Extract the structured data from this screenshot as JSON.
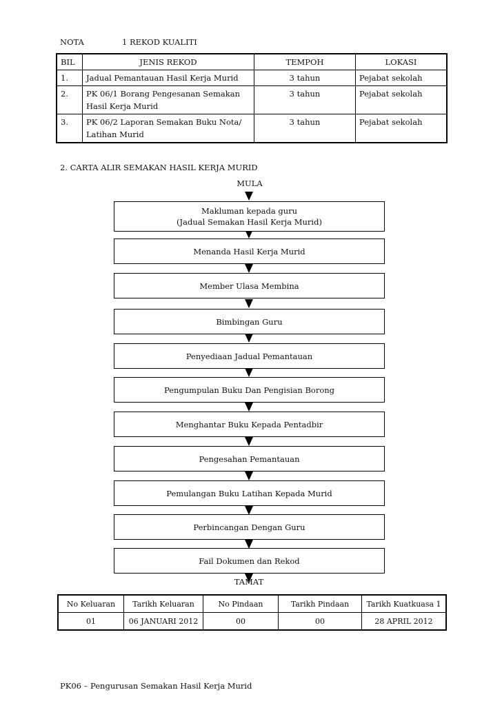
{
  "header": {
    "nota": "NOTA",
    "section1": "1 REKOD KUALITI"
  },
  "rekod_table": {
    "headers": [
      "BIL",
      "JENIS REKOD",
      "TEMPOH",
      "LOKASI"
    ],
    "rows": [
      {
        "bil": "1.",
        "jenis": "Jadual Pemantauan Hasil Kerja Murid",
        "jenis2": "",
        "tempoh": "3 tahun",
        "lokasi": "Pejabat sekolah"
      },
      {
        "bil": "2.",
        "jenis": "PK 06/1 Borang Pengesanan Semakan",
        "jenis2": "Hasil Kerja Murid",
        "tempoh": "3 tahun",
        "lokasi": "Pejabat sekolah"
      },
      {
        "bil": "3.",
        "jenis": "PK 06/2 Laporan Semakan Buku Nota/",
        "jenis2": "Latihan Murid",
        "tempoh": "3 tahun",
        "lokasi": "Pejabat sekolah"
      }
    ]
  },
  "flowchart": {
    "title": "2. CARTA ALIR SEMAKAN HASIL KERJA MURID",
    "start": "MULA",
    "end": "TAMAT",
    "steps": [
      {
        "line1": "Makluman kepada guru",
        "line2": "(Jadual Semakan Hasil Kerja Murid)"
      },
      {
        "line1": "Menanda Hasil Kerja Murid",
        "line2": ""
      },
      {
        "line1": "Member Ulasa Membina",
        "line2": ""
      },
      {
        "line1": "Bimbingan Guru",
        "line2": ""
      },
      {
        "line1": "Penyediaan Jadual Pemantauan",
        "line2": ""
      },
      {
        "line1": "Pengumpulan Buku Dan Pengisian Borong",
        "line2": ""
      },
      {
        "line1": "Menghantar Buku Kepada Pentadbir",
        "line2": ""
      },
      {
        "line1": "Pengesahan Pemantauan",
        "line2": ""
      },
      {
        "line1": "Pemulangan Buku Latihan Kepada Murid",
        "line2": ""
      },
      {
        "line1": "Perbincangan Dengan Guru",
        "line2": ""
      },
      {
        "line1": "Fail Dokumen dan Rekod",
        "line2": ""
      }
    ]
  },
  "control_table": {
    "headers": [
      "No Keluaran",
      "Tarikh Keluaran",
      "No Pindaan",
      "Tarikh Pindaan",
      "Tarikh Kuatkuasa 1"
    ],
    "values": [
      "01",
      "06 JANUARI 2012",
      "00",
      "00",
      "28 APRIL 2012"
    ]
  },
  "footer": "PK06  –  Pengurusan Semakan Hasil Kerja Murid"
}
